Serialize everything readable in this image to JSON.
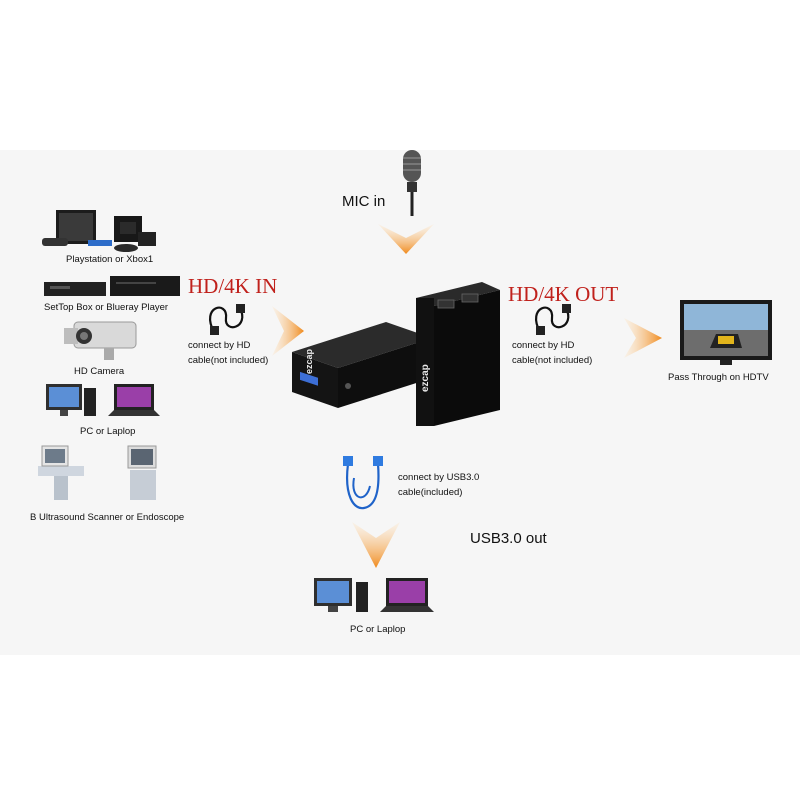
{
  "devices": {
    "playstation": "Playstation or Xbox1",
    "settop": "SetTop Box or Blueray Player",
    "camera": "HD Camera",
    "pc": "PC or Laplop",
    "ultrasound": "B Ultrasound Scanner or Endoscope"
  },
  "labels": {
    "mic_in": "MIC in",
    "hd_in": "HD/4K IN",
    "hd_out": "HD/4K OUT",
    "hd_cable_line1": "connect by HD",
    "hd_cable_line2": "cable(not included)",
    "usb_cable_line1": "connect by USB3.0",
    "usb_cable_line2": "cable(included)",
    "usb_out": "USB3.0 out",
    "pass_through": "Pass Through on HDTV",
    "pc_bottom": "PC or Laplop"
  },
  "brand_text": "ezcap",
  "colors": {
    "arrow": "#f08a1c",
    "hd_label": "#c0211c",
    "usb_cable": "#1f63c9"
  }
}
